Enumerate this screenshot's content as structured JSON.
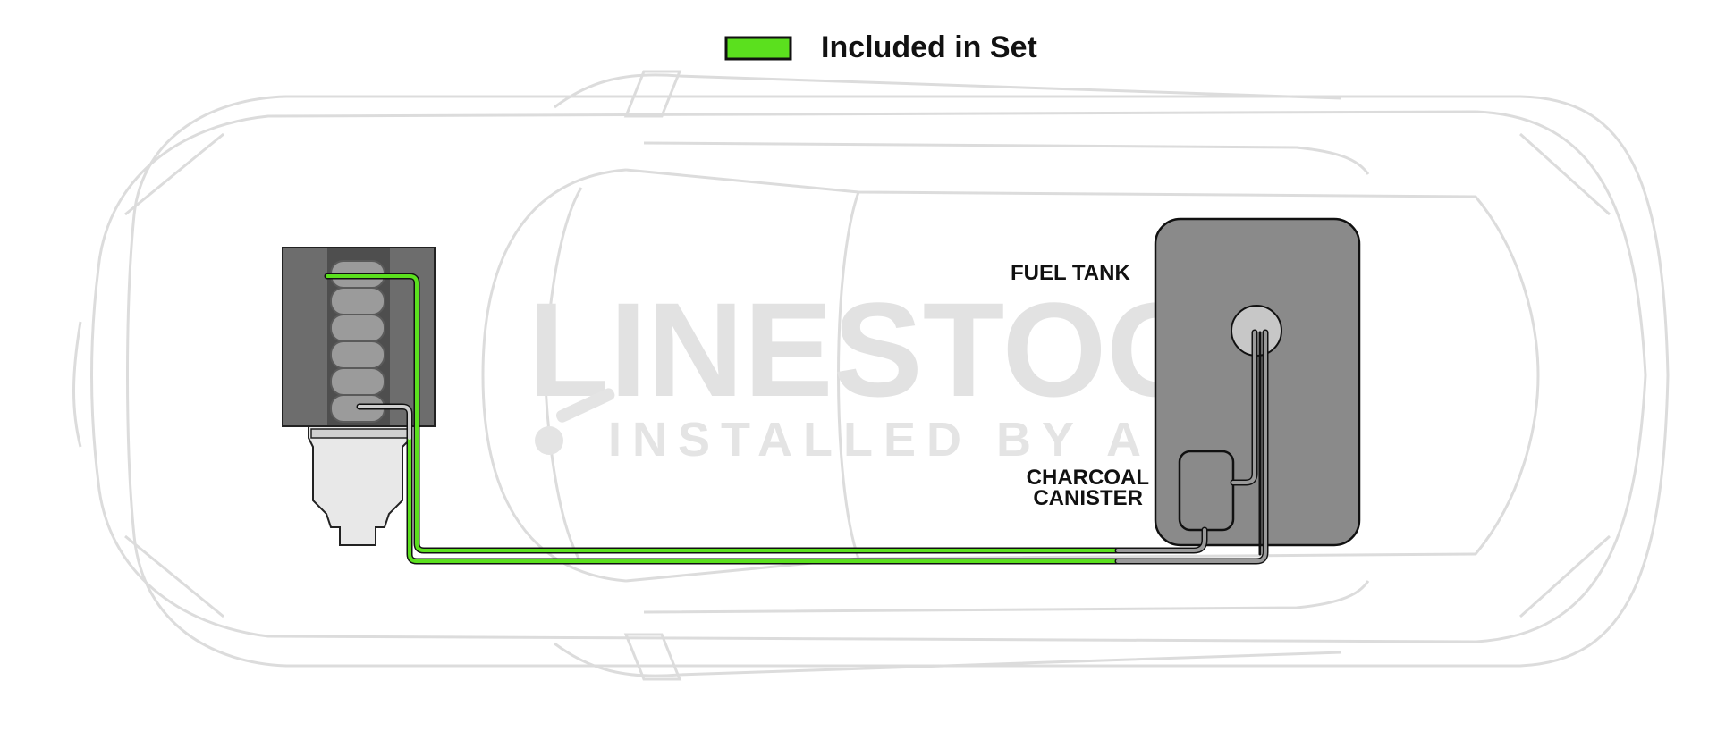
{
  "legend": {
    "label": "Included in Set",
    "swatch_color": "#5BE01E"
  },
  "labels": {
    "fuel_tank": "FUEL TANK",
    "charcoal_canister_line1": "CHARCOAL",
    "charcoal_canister_line2": "CANISTER"
  },
  "watermark": {
    "brand": "LINESTOGO",
    "tagline": "INSTALLED BY ALL"
  },
  "colors": {
    "included_line": "#5BE01E",
    "not_included_line": "#9a9a9a",
    "tank_fill": "#8a8a8a",
    "car_outline": "#dcdcdc",
    "watermark": "#e2e2e2"
  }
}
